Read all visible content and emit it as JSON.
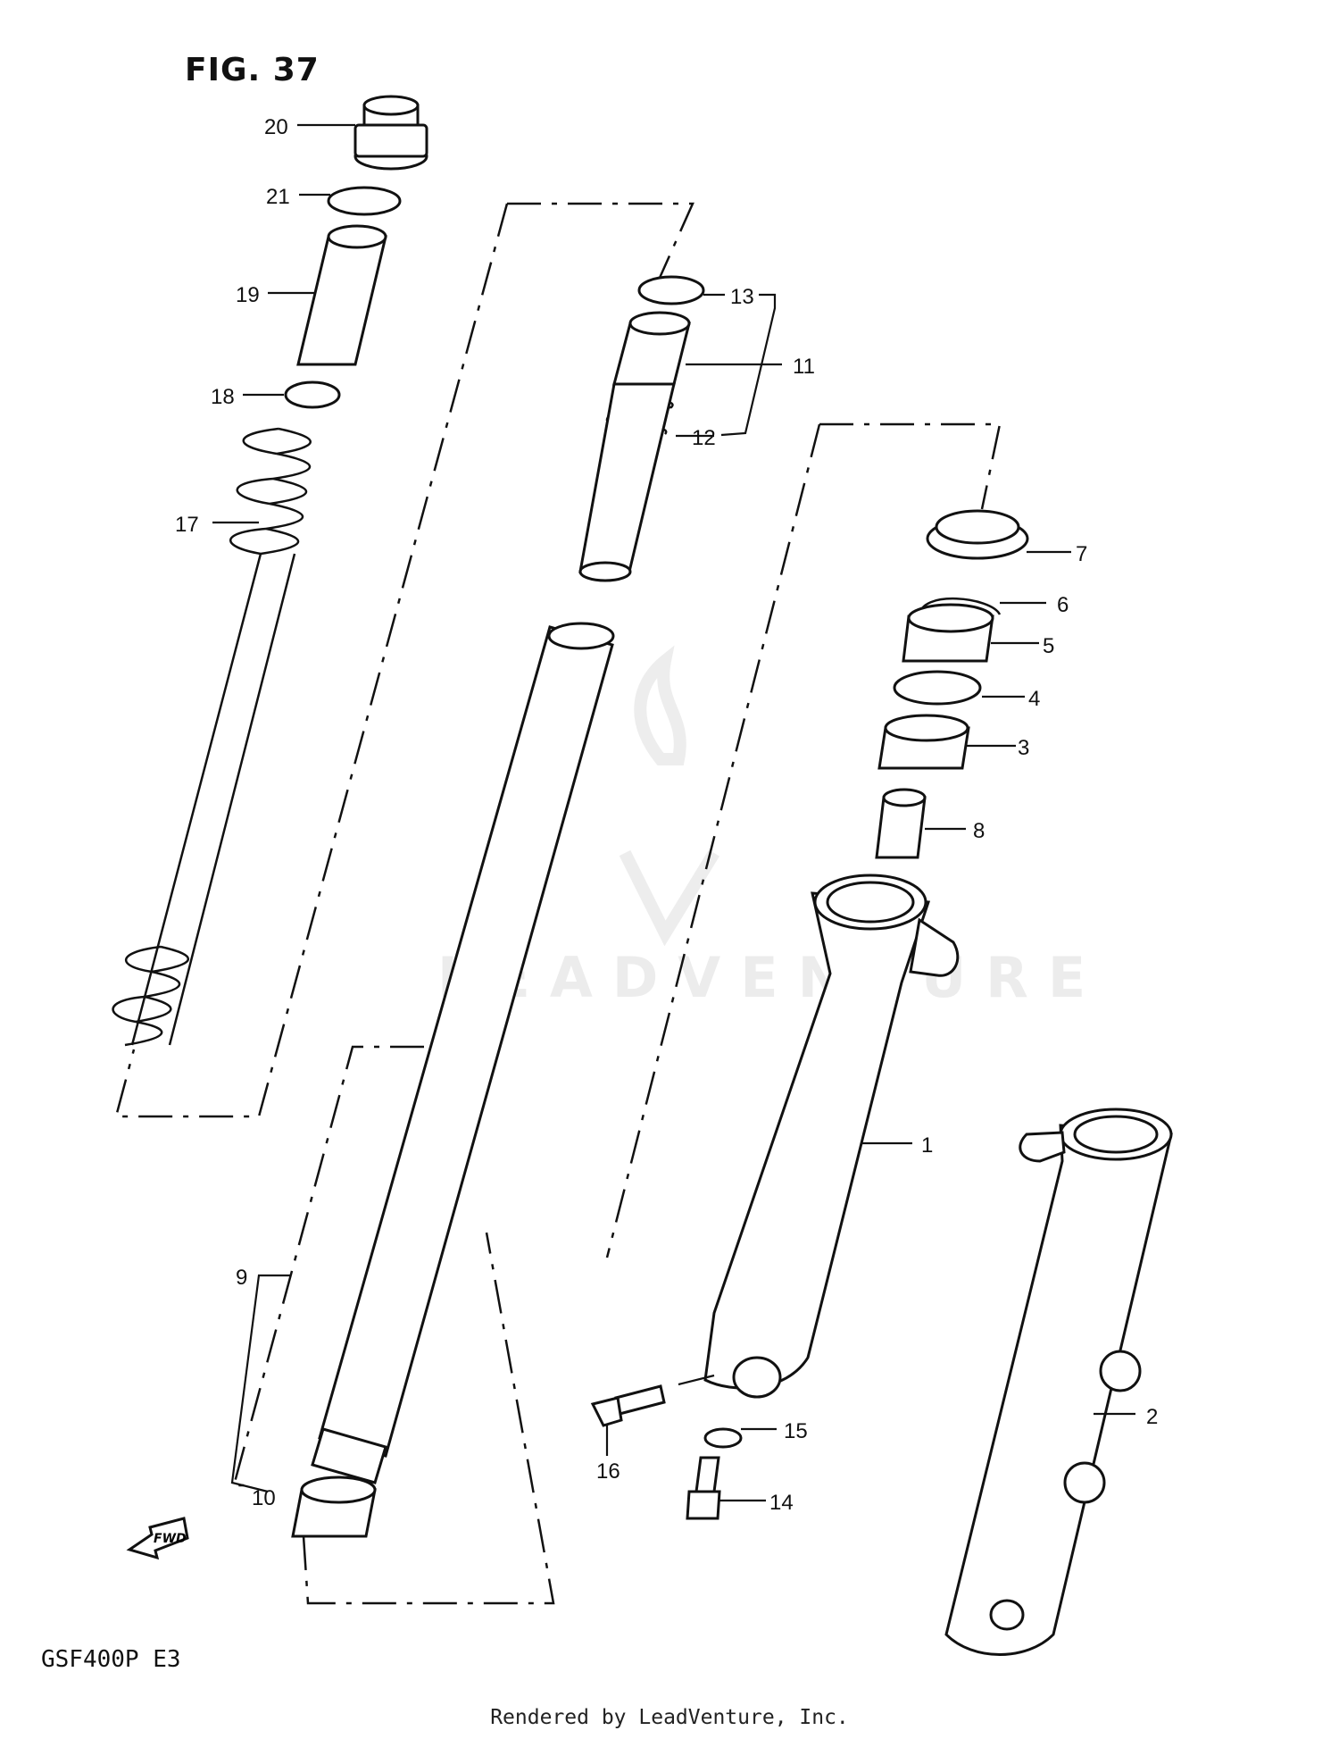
{
  "figure": {
    "title": "FIG. 37",
    "model": "GSF400P  E3"
  },
  "footer": {
    "text": "Rendered by LeadVenture, Inc."
  },
  "watermark": {
    "text": "LEADVENTURE"
  },
  "callouts": [
    "1",
    "2",
    "3",
    "4",
    "5",
    "6",
    "7",
    "8",
    "9",
    "10",
    "11",
    "12",
    "13",
    "14",
    "15",
    "16",
    "17",
    "18",
    "19",
    "20",
    "21"
  ],
  "fwd_label": "FWD"
}
